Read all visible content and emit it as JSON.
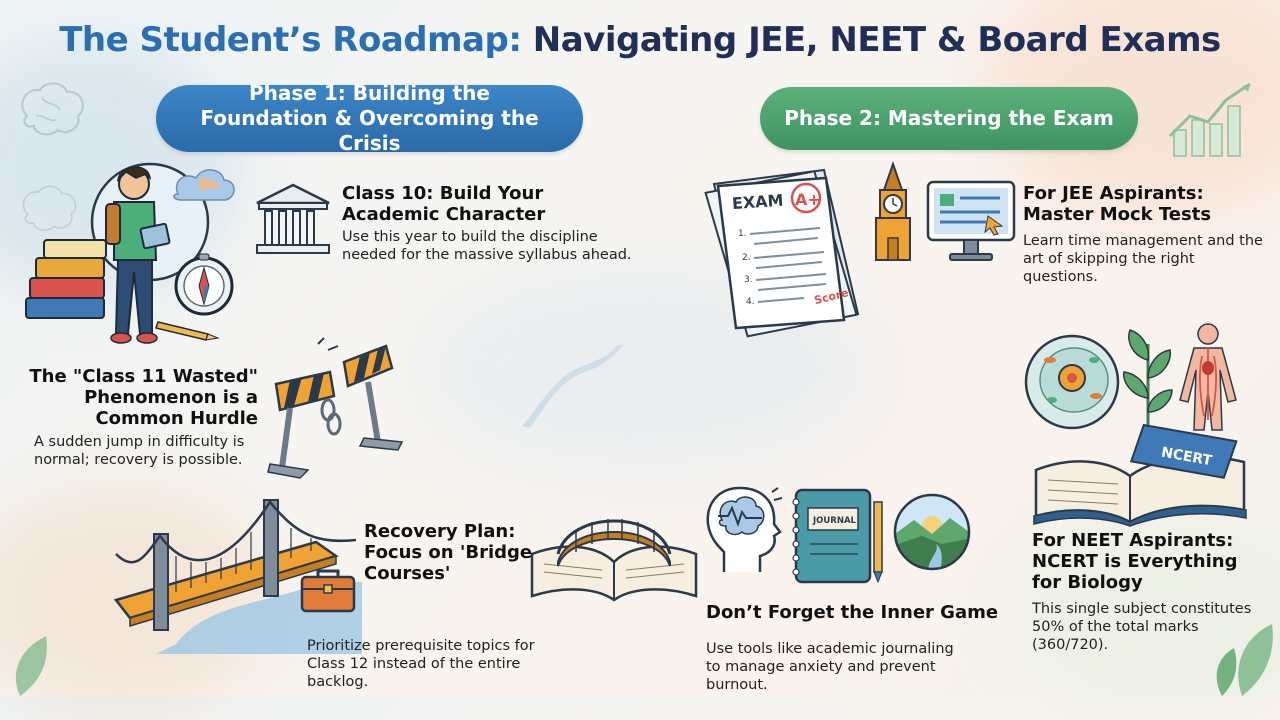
{
  "title": {
    "part1": "The Student’s Roadmap:",
    "part2": "Navigating JEE, NEET & Board Exams"
  },
  "phases": {
    "phase1": "Phase 1: Building the Foundation & Overcoming the Crisis",
    "phase2": "Phase 2: Mastering the Exam"
  },
  "sections": {
    "class10": {
      "heading": "Class 10: Build Your Academic Character",
      "body": "Use this year to build the discipline needed for the massive syllabus ahead."
    },
    "class11": {
      "heading": "The \"Class 11 Wasted\" Phenomenon is a Common Hurdle",
      "body": "A sudden jump in difficulty is normal; recovery is possible."
    },
    "recovery": {
      "heading": "Recovery Plan: Focus on 'Bridge Courses'",
      "body": "Prioritize prerequisite topics for Class 12 instead of the entire backlog."
    },
    "jee": {
      "heading": "For JEE Aspirants: Master Mock Tests",
      "body": "Learn time management and the art of skipping the right questions."
    },
    "inner": {
      "heading": "Don’t Forget the Inner Game",
      "body": "Use tools like academic journaling to manage anxiety and prevent burnout."
    },
    "neet": {
      "heading": "For NEET Aspirants: NCERT is Everything for Biology",
      "body": "This single subject constitutes 50% of the total marks (360/720)."
    }
  },
  "illustration_text": {
    "exam_title": "EXAM",
    "grade": "A+",
    "score": "Score",
    "q1": "1.",
    "q2": "2.",
    "q3": "3.",
    "q4": "4.",
    "journal": "JOURNAL",
    "ncert": "NCERT"
  },
  "colors": {
    "title_blue": "#2b6fb3",
    "title_navy": "#1f2f57",
    "phase1_blue": "#2f75b6",
    "phase2_green": "#4fa372"
  }
}
